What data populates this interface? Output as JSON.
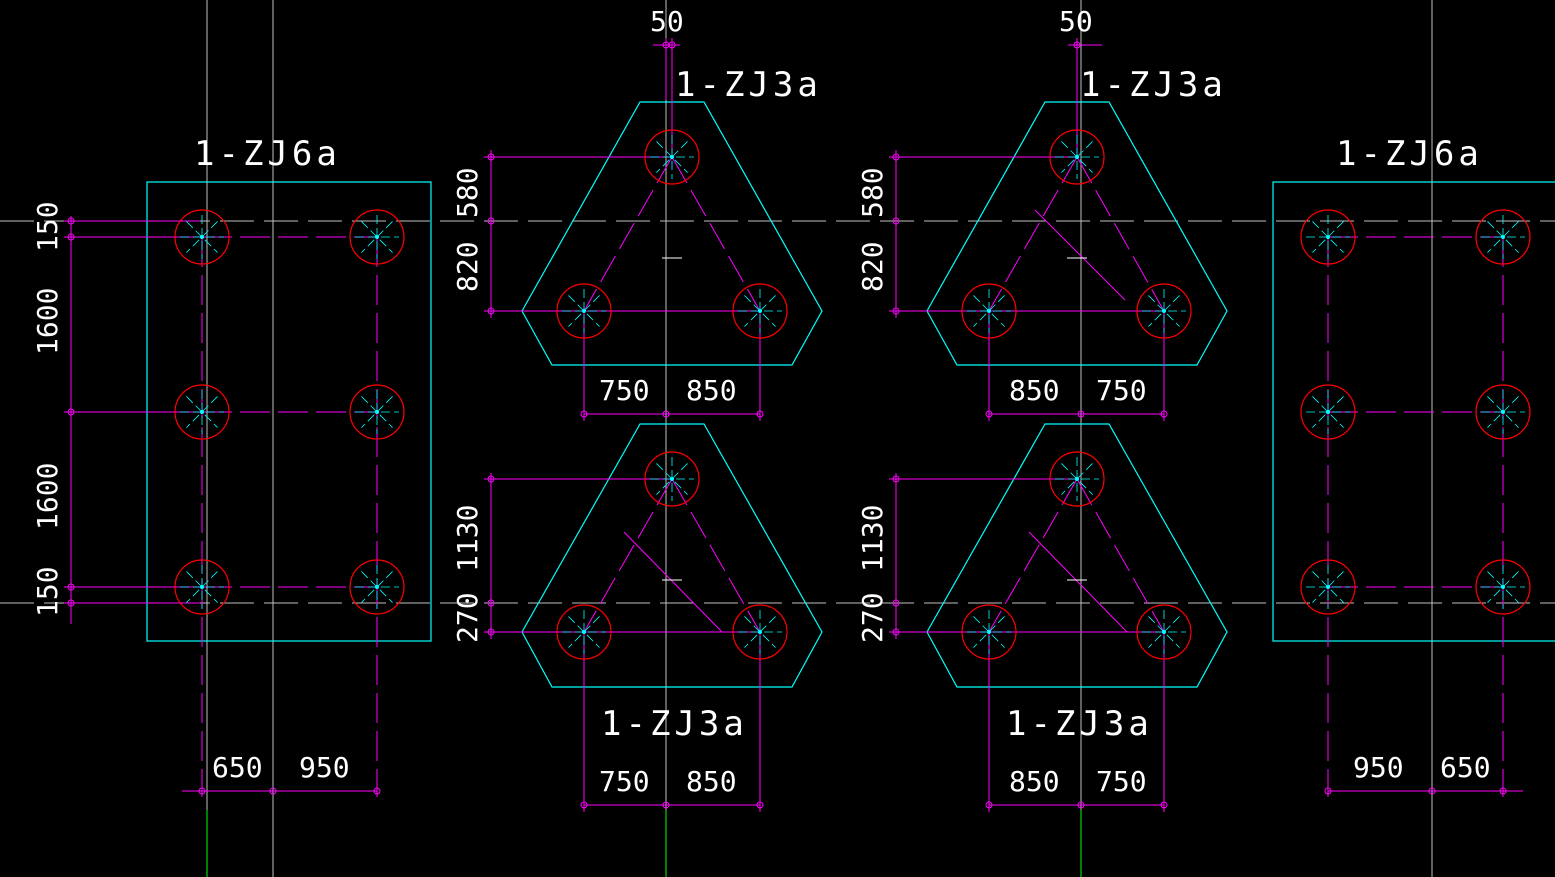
{
  "colors": {
    "background": "#000000",
    "cap_outline": "#00ffff",
    "pile_circle": "#ff0000",
    "dimension": "#ff00ff",
    "grid_line": "#c0c0c0",
    "text": "#ffffff",
    "pile_center": "#00ffff",
    "ground_line": "#00ff00"
  },
  "caps": {
    "left_6pile": {
      "title": "1-ZJ6a",
      "dims_vertical": [
        "150",
        "1600",
        "1600",
        "150"
      ],
      "dims_horizontal": [
        "650",
        "950"
      ]
    },
    "right_6pile": {
      "title": "1-ZJ6a",
      "dims_horizontal": [
        "950",
        "650"
      ]
    },
    "mid_left_top": {
      "title": "1-ZJ3a",
      "dim_top": "50",
      "dims_vertical": [
        "580",
        "820"
      ],
      "dims_horizontal": [
        "750",
        "850"
      ]
    },
    "mid_left_bottom": {
      "title": "1-ZJ3a",
      "dims_vertical": [
        "1130",
        "270"
      ],
      "dims_horizontal": [
        "750",
        "850"
      ]
    },
    "mid_right_top": {
      "title": "1-ZJ3a",
      "dim_top": "50",
      "dims_vertical": [
        "580",
        "820"
      ],
      "dims_horizontal": [
        "850",
        "750"
      ]
    },
    "mid_right_bottom": {
      "title": "1-ZJ3a",
      "dims_vertical": [
        "1130",
        "270"
      ],
      "dims_horizontal": [
        "850",
        "750"
      ]
    }
  }
}
